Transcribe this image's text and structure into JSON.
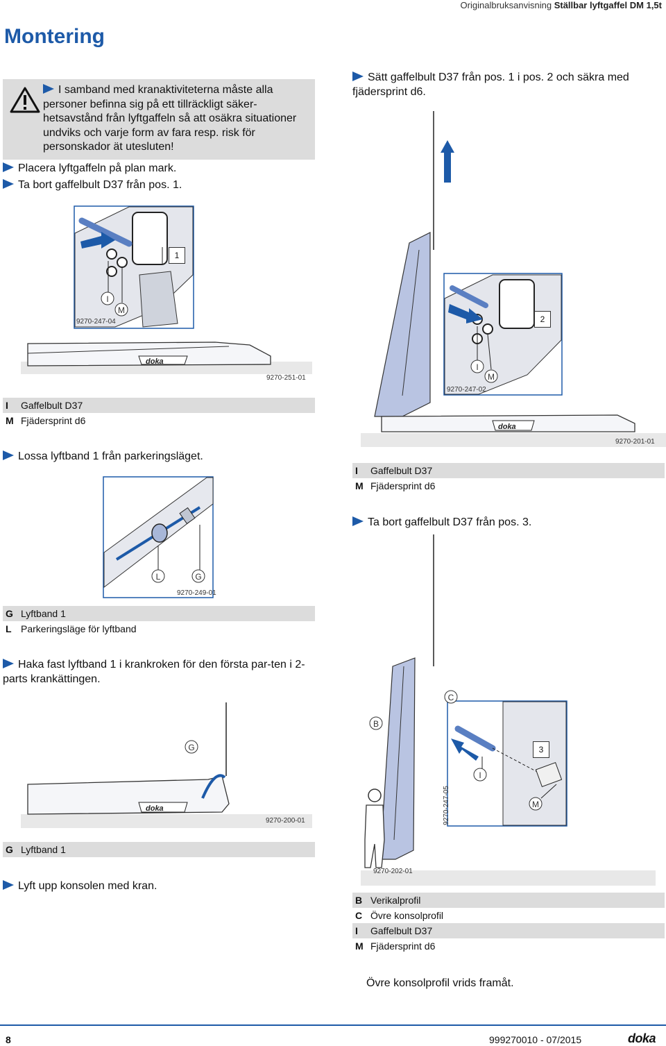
{
  "header": {
    "prefix": "Originalbruksanvisning",
    "product": "Ställbar lyftgaffel DM 1,5t"
  },
  "page_title": "Montering",
  "warning": {
    "text": "I samband med kranaktiviteterna måste alla personer befinna sig på ett tillräckligt säker-hetsavstånd från lyftgaffeln så att osäkra situationer undviks och varje form av fara resp. risk för personskador ät utesluten!"
  },
  "left": {
    "step1": "Placera lyftgaffeln på plan mark.",
    "step2": "Ta bort gaffelbult D37 från pos. 1.",
    "fig1_code": "9270-247-04",
    "fig1_pos": "1",
    "fig1_I": "I",
    "fig1_M": "M",
    "fig2_code": "9270-251-01",
    "legend1": [
      {
        "k": "I",
        "v": "Gaffelbult D37"
      },
      {
        "k": "M",
        "v": "Fjädersprint d6"
      }
    ],
    "step3": "Lossa lyftband 1 från parkeringsläget.",
    "fig3_code": "9270-249-01",
    "fig3_L": "L",
    "fig3_G": "G",
    "legend2": [
      {
        "k": "G",
        "v": "Lyftband 1"
      },
      {
        "k": "L",
        "v": "Parkeringsläge för lyftband"
      }
    ],
    "step4": "Haka fast lyftband 1 i krankroken för den första par-ten i 2-parts krankättingen.",
    "fig4_code": "9270-200-01",
    "fig4_G": "G",
    "legend3": [
      {
        "k": "G",
        "v": "Lyftband 1"
      }
    ],
    "step5": "Lyft upp konsolen med kran."
  },
  "right": {
    "step1": "Sätt gaffelbult D37 från pos. 1 i pos. 2 och säkra med fjädersprint d6.",
    "fig1_code": "9270-247-02",
    "fig1_pos": "2",
    "fig1_I": "I",
    "fig1_M": "M",
    "fig2_code": "9270-201-01",
    "legend1": [
      {
        "k": "I",
        "v": "Gaffelbult D37"
      },
      {
        "k": "M",
        "v": "Fjädersprint d6"
      }
    ],
    "step2": "Ta bort gaffelbult D37 från pos. 3.",
    "fig3_code": "9270-247-05",
    "fig3_pos": "3",
    "fig3_B": "B",
    "fig3_C": "C",
    "fig3_I": "I",
    "fig3_M": "M",
    "fig4_code": "9270-202-01",
    "legend2": [
      {
        "k": "B",
        "v": "Verikalprofil"
      },
      {
        "k": "C",
        "v": "Övre konsolprofil"
      },
      {
        "k": "I",
        "v": "Gaffelbult D37"
      },
      {
        "k": "M",
        "v": "Fjädersprint d6"
      }
    ],
    "note": "Övre konsolprofil vrids framåt."
  },
  "footer": {
    "page": "8",
    "docno": "999270010 - 07/2015",
    "brand": "doka"
  },
  "colors": {
    "accent": "#1d5aa8",
    "gray": "#dcdcdc"
  }
}
